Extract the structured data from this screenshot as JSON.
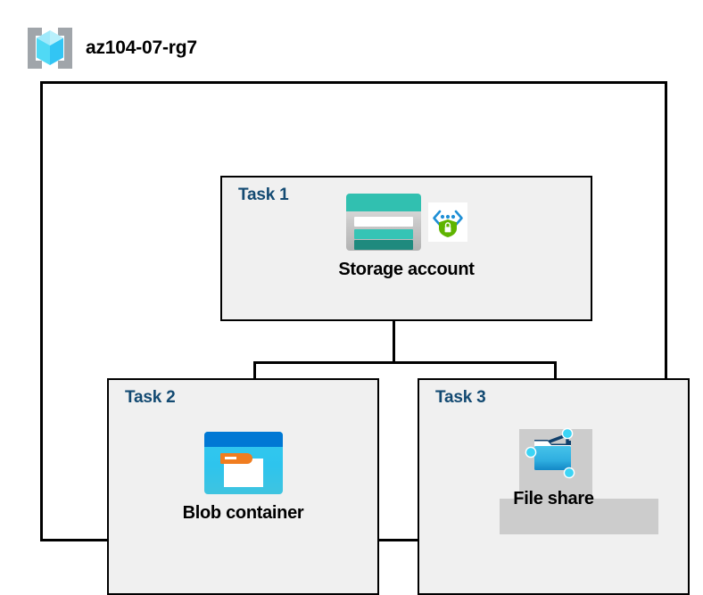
{
  "header": {
    "icon": "resource-group-icon",
    "title": "az104-07-rg7"
  },
  "colors": {
    "task_label": "#134A72",
    "panel_fill": "#F0F0F0",
    "border": "#000000",
    "selection_gray": "#CCCCCC",
    "storage_teal": "#31C0B0",
    "blob_blue": "#0078D4",
    "blob_cyan": "#32C9F0",
    "fileshare_blue": "#2EA9DC",
    "shield_green": "#57A300",
    "bracket_gray": "#A0A5AA"
  },
  "container": {
    "name": "resource-group-container"
  },
  "tasks": [
    {
      "id": "task-1",
      "label": "Task 1",
      "node": {
        "name": "storage-account",
        "label": "Storage account",
        "icons": [
          "storage-account-icon",
          "storage-encryption-icon"
        ],
        "selected": false
      }
    },
    {
      "id": "task-2",
      "label": "Task 2",
      "node": {
        "name": "blob-container",
        "label": "Blob container",
        "icons": [
          "blob-container-icon"
        ],
        "selected": false
      }
    },
    {
      "id": "task-3",
      "label": "Task 3",
      "node": {
        "name": "file-share",
        "label": "File share",
        "icons": [
          "file-share-icon"
        ],
        "selected": true
      }
    }
  ],
  "connectors": [
    {
      "name": "connector-storage-to-branch"
    },
    {
      "name": "connector-branch-bar"
    },
    {
      "name": "connector-branch-to-blob"
    },
    {
      "name": "connector-branch-to-fileshare"
    }
  ]
}
